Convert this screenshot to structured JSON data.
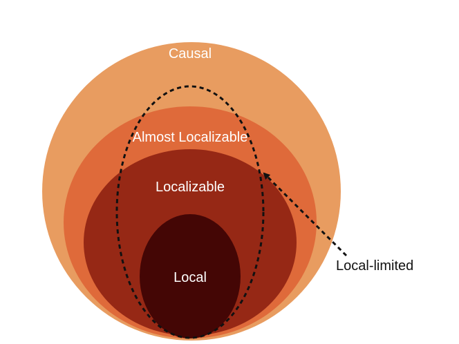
{
  "diagram": {
    "sets": [
      {
        "id": "causal",
        "label": "Causal",
        "color": "#e89c60"
      },
      {
        "id": "almost_localizable",
        "label": "Almost Localizable",
        "color": "#df6a3a"
      },
      {
        "id": "localizable",
        "label": "Localizable",
        "color": "#962815"
      },
      {
        "id": "local",
        "label": "Local",
        "color": "#440605"
      }
    ],
    "dashed_region": {
      "label": "Local-limited",
      "stroke_color": "#111111"
    }
  }
}
